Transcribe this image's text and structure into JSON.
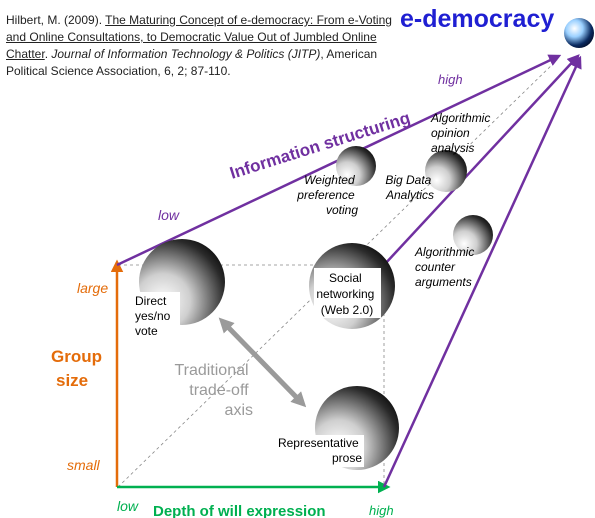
{
  "citation": {
    "authors": "Hilbert, M. (2009). ",
    "title": "The Maturing Concept of e-democracy: From e-Voting and Online Consultations, to Democratic Value Out of Jumbled Online Chatter",
    "period1": ". ",
    "journal": "Journal of Information Technology & Politics (JITP)",
    "publisher": ", American Political Science Association, 6, 2; 87-110."
  },
  "title": "e-democracy",
  "axes": {
    "depth": {
      "label": "Depth of will expression",
      "low": "low",
      "high": "high"
    },
    "group": {
      "label_line1": "Group",
      "label_line2": "size",
      "large": "large",
      "small": "small"
    },
    "info": {
      "label": "Information structuring",
      "low": "low",
      "high": "high"
    }
  },
  "tradeoff": {
    "line1": "Traditional",
    "line2": "trade-off",
    "line3": "axis"
  },
  "items": {
    "direct_vote": [
      "Direct",
      "yes/no",
      "vote"
    ],
    "social_networking": [
      "Social",
      "networking",
      "(Web 2.0)"
    ],
    "representative_prose": [
      "Representative",
      "prose"
    ],
    "weighted_voting": [
      "Weighted",
      "preference",
      "voting"
    ],
    "big_data": [
      "Big Data",
      "Analytics"
    ],
    "opinion_analysis": [
      "Algorithmic",
      "opinion",
      "analysis"
    ],
    "counter_arguments": [
      "Algorithmic",
      "counter",
      "arguments"
    ]
  },
  "colors": {
    "purple": "#7030a0",
    "orange": "#e46c0a",
    "green": "#00b050",
    "blue": "#1f1fd2",
    "gray": "#9a9a9a"
  }
}
